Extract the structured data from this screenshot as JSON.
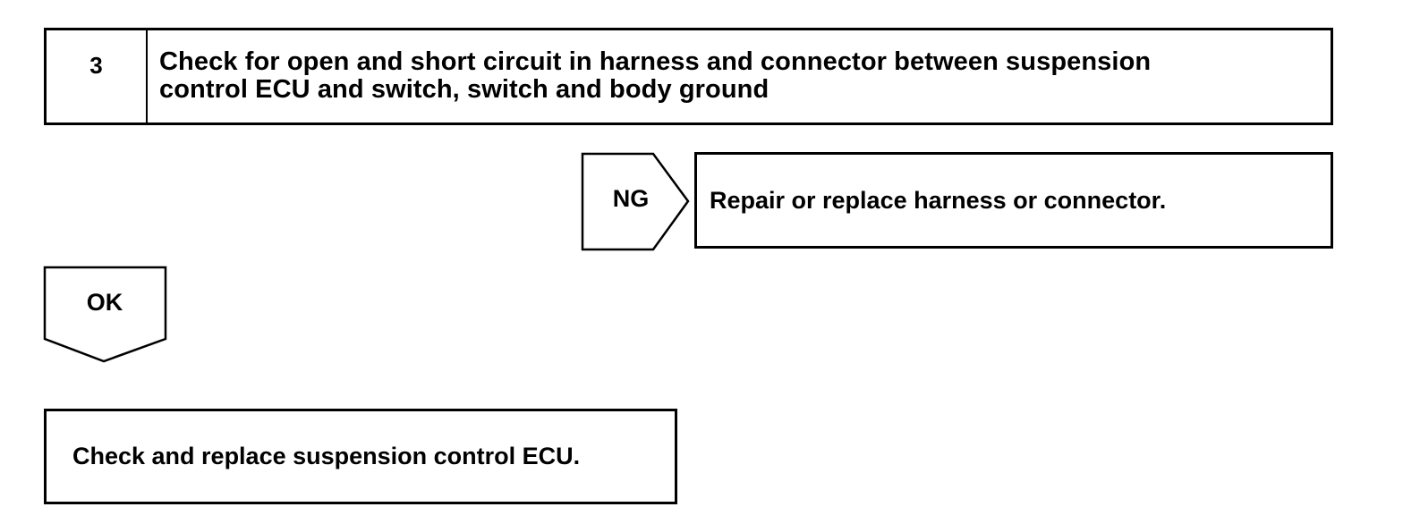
{
  "step": {
    "number": "3",
    "title_line1": "Check for open and short circuit in harness and connector between suspension",
    "title_line2": "control ECU and switch, switch and body ground"
  },
  "ng_branch": {
    "label": "NG",
    "action": "Repair or replace harness or connector."
  },
  "ok_branch": {
    "label": "OK",
    "action": "Check and replace suspension control ECU."
  },
  "colors": {
    "line": "#000000",
    "background": "#ffffff"
  }
}
